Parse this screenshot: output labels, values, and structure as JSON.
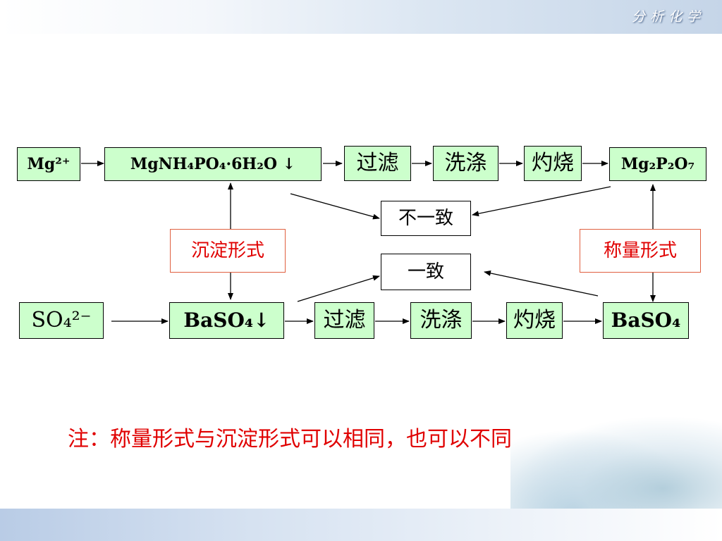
{
  "header": {
    "brand": "分析化学"
  },
  "chemical_labels": {
    "mg_ion": "Mg²⁺",
    "mg_precipitate": "MgNH₄PO₄·6H₂O ↓",
    "mg_weighing": "Mg₂P₂O₇",
    "sulfate_ion": "SO₄²⁻",
    "ba_precipitate": "BaSO₄↓",
    "ba_weighing": "BaSO₄"
  },
  "steps": {
    "filter": "过滤",
    "wash": "洗涤",
    "ignite": "灼烧"
  },
  "compare": {
    "different": "不一致",
    "same": "一致"
  },
  "forms": {
    "precipitation": "沉淀形式",
    "weighing": "称量形式"
  },
  "note": "注：称量形式与沉淀形式可以相同，也可以不同"
}
